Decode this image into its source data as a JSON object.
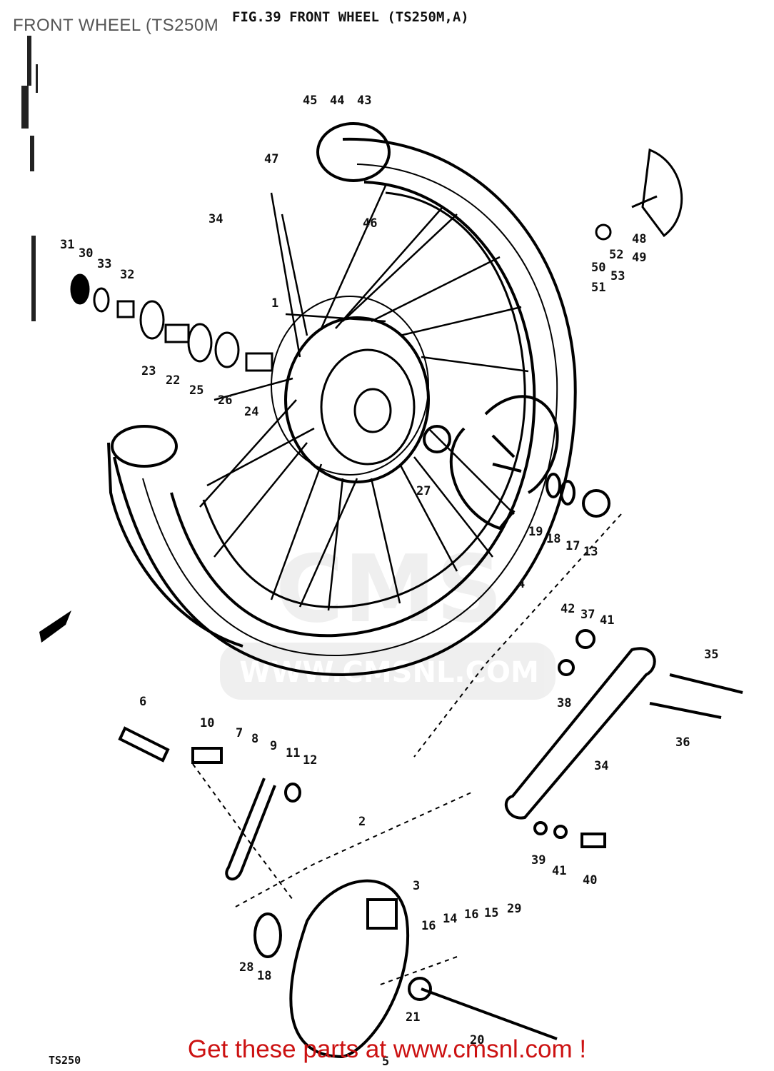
{
  "heading": "FRONT WHEEL (TS250M",
  "figure_title": "FIG.39  FRONT WHEEL (TS250M,A)",
  "watermark": {
    "logo": "CMS",
    "url": "WWW.CMSNL.COM"
  },
  "model_code": "TS250",
  "footer_link": "Get these parts at www.cmsnl.com !",
  "part_labels": [
    "45",
    "44",
    "43",
    "47",
    "46",
    "34",
    "48",
    "49",
    "50",
    "51",
    "52",
    "53",
    "31",
    "30",
    "33",
    "32",
    "1",
    "23",
    "22",
    "25",
    "26",
    "24",
    "27",
    "19",
    "18",
    "17",
    "13",
    "4",
    "42",
    "37",
    "41",
    "38",
    "35",
    "36",
    "34",
    "6",
    "10",
    "7",
    "8",
    "9",
    "11",
    "12",
    "2",
    "39",
    "41",
    "40",
    "3",
    "16",
    "14",
    "16",
    "15",
    "29",
    "28",
    "18",
    "21",
    "20",
    "5"
  ]
}
